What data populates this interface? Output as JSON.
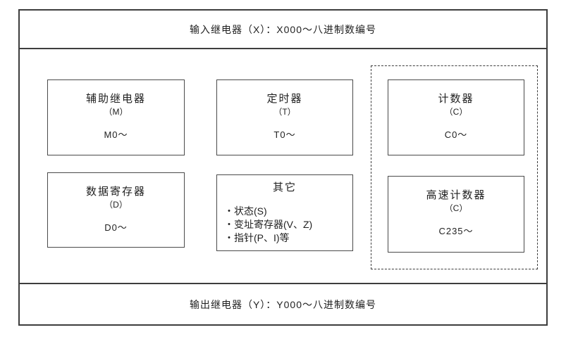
{
  "diagram": {
    "top_bar": {
      "label": "输入继电器（X）：X000～八进制数编号"
    },
    "bottom_bar": {
      "label": "输出继电器（Y）：Y000～八进制数编号"
    },
    "boxes": {
      "aux_relay": {
        "title": "辅助继电器",
        "symbol": "（M）",
        "range": "M0～"
      },
      "timer": {
        "title": "定时器",
        "symbol": "（T）",
        "range": "T0～"
      },
      "counter": {
        "title": "计数器",
        "symbol": "（C）",
        "range": "C0～"
      },
      "data_register": {
        "title": "数据寄存器",
        "symbol": "（D）",
        "range": "D0～"
      },
      "other": {
        "title": "其它",
        "items": [
          "・状态(S)",
          "・变址寄存器(V、Z)",
          "・指针(P、I)等"
        ]
      },
      "high_speed_counter": {
        "title": "高速计数器",
        "symbol": "（C）",
        "range": "C235～"
      }
    },
    "colors": {
      "line": "#3d3d3d",
      "background": "#ffffff",
      "text": "#1f1f1f"
    }
  }
}
